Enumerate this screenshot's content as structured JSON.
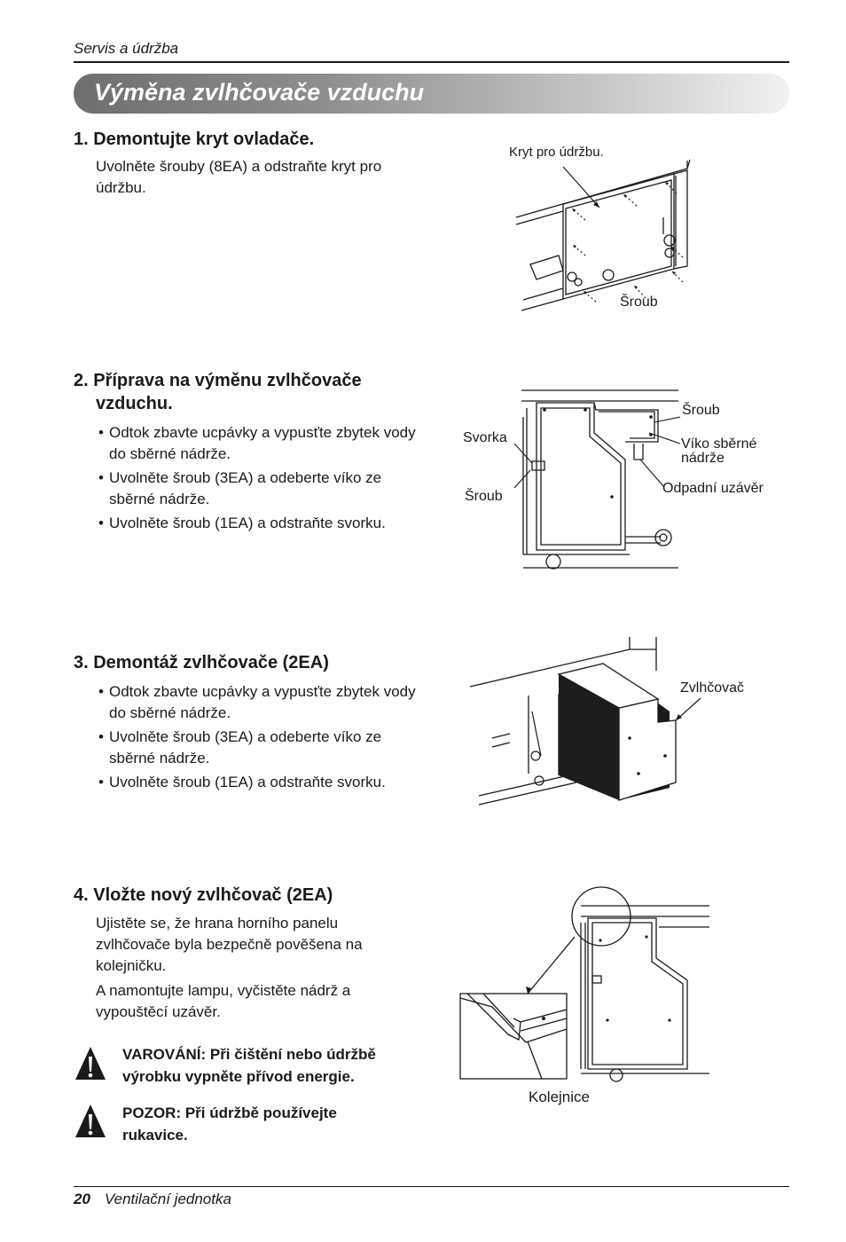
{
  "header": {
    "section": "Servis a údržba",
    "title": "Výměna zvlhčovače vzduchu"
  },
  "steps": [
    {
      "heading": "1. Demontujte kryt ovladače.",
      "text": "Uvolněte šrouby (8EA) a odstraňte kryt pro údržbu.",
      "figure_labels": {
        "cover": "Kryt pro údržbu.",
        "screw": "Šroub"
      }
    },
    {
      "heading_line1": "2. Příprava na výměnu zvlhčovače",
      "heading_line2": "vzduchu.",
      "bullets": [
        "Odtok zbavte ucpávky a vypusťte zbytek vody do sběrné nádrže.",
        "Uvolněte šroub (3EA) a odeberte víko ze sběrné nádrže.",
        "Uvolněte šroub (1EA) a odstraňte svorku."
      ],
      "figure_labels": {
        "screw_top": "Šroub",
        "clamp": "Svorka",
        "lid_line1": "Víko sběrné",
        "lid_line2": "nádrže",
        "screw_left": "Šroub",
        "drain_cap": "Odpadní uzávěr"
      }
    },
    {
      "heading": "3. Demontáž zvlhčovače (2EA)",
      "bullets": [
        "Odtok zbavte ucpávky a vypusťte zbytek vody do sběrné nádrže.",
        "Uvolněte šroub (3EA) a odeberte víko ze sběrné nádrže.",
        "Uvolněte šroub (1EA) a odstraňte svorku."
      ],
      "figure_labels": {
        "humidifier": "Zvlhčovač"
      }
    },
    {
      "heading": "4. Vložte nový zvlhčovač (2EA)",
      "text1": "Ujistěte se, že hrana horního panelu zvlhčovače byla bezpečně pověšena na kolejničku.",
      "text2": "A namontujte lampu, vyčistěte nádrž a vypouštěcí uzávěr.",
      "figure_labels": {
        "rail": "Kolejnice"
      }
    }
  ],
  "warnings": [
    {
      "icon": "warning-triangle-icon",
      "line1": "VAROVÁNÍ: Při čištění nebo údržbě",
      "line2": "výrobku vypněte přívod energie."
    },
    {
      "icon": "warning-triangle-icon",
      "line1": "POZOR: Při údržbě používejte",
      "line2": "rukavice."
    }
  ],
  "footer": {
    "page": "20",
    "doc": "Ventilační jednotka"
  }
}
